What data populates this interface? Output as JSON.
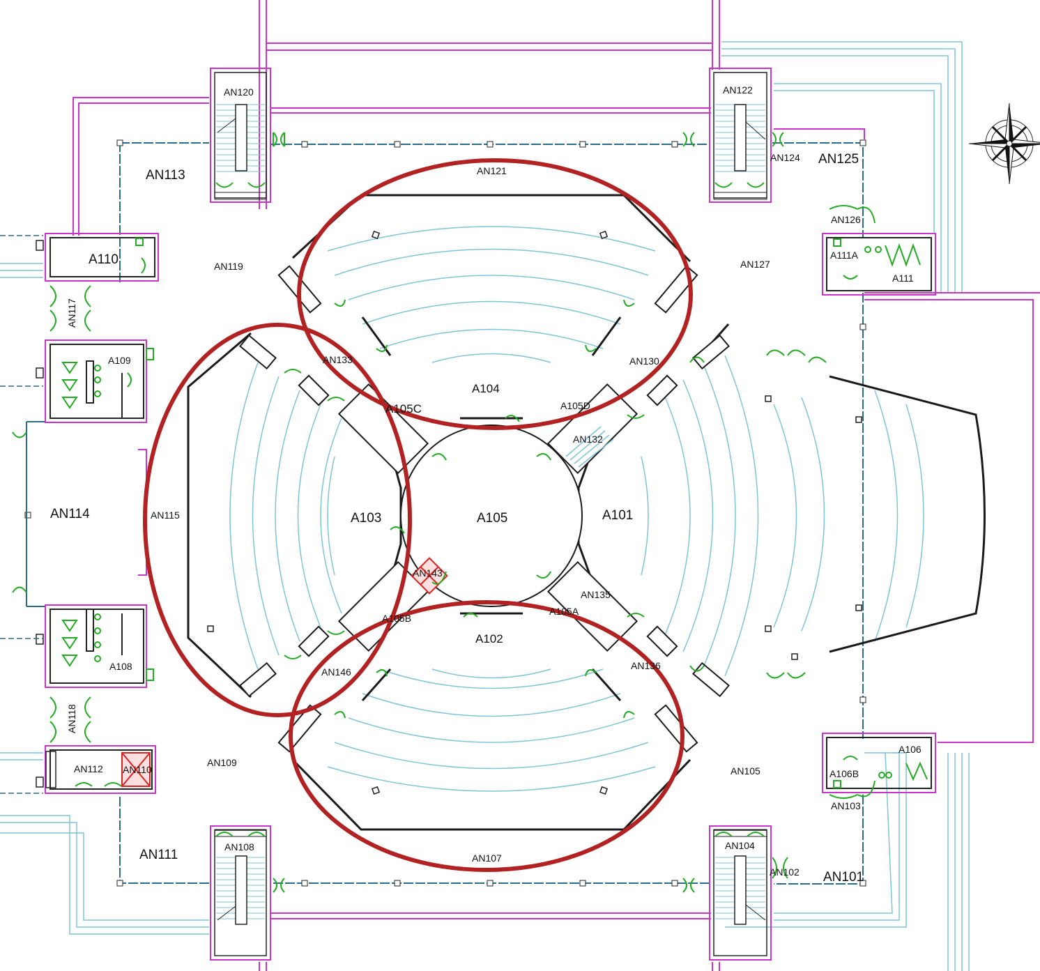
{
  "rooms": {
    "AN113": "AN113",
    "AN120": "AN120",
    "AN122": "AN122",
    "AN121": "AN121",
    "AN124": "AN124",
    "AN125": "AN125",
    "AN126": "AN126",
    "AN127": "AN127",
    "A110": "A110",
    "AN119": "AN119",
    "A111A": "A111A",
    "A111": "A111",
    "AN117": "AN117",
    "A109": "A109",
    "AN133": "AN133",
    "AN130": "AN130",
    "A104": "A104",
    "A105C": "A105C",
    "A105D": "A105D",
    "AN132": "AN132",
    "AN114": "AN114",
    "AN115": "AN115",
    "A103": "A103",
    "A105": "A105",
    "A101": "A101",
    "AN143": "AN143",
    "AN135": "AN135",
    "A105B": "A105B",
    "A105A": "A105A",
    "A102": "A102",
    "A108": "A108",
    "AN146": "AN146",
    "AN136": "AN136",
    "AN118": "AN118",
    "AN109": "AN109",
    "AN112": "AN112",
    "AN110": "AN110",
    "A106": "A106",
    "A106B": "A106B",
    "AN105": "AN105",
    "AN103": "AN103",
    "AN111": "AN111",
    "AN108": "AN108",
    "AN107": "AN107",
    "AN104": "AN104",
    "AN102": "AN102",
    "AN101": "AN101"
  },
  "colors": {
    "wall": "#cc33cc",
    "structure": "#1a1a1a",
    "glazing": "#7fc4d6",
    "door": "#22aa22",
    "highlight": "#b22222",
    "elevator": "#dd2222"
  },
  "icons": {
    "compass": "compass-rose-icon"
  }
}
